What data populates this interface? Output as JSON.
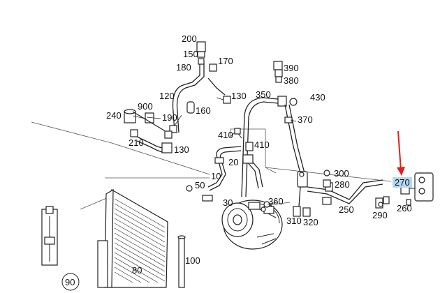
{
  "diagram": {
    "highlight_color": "#b4d9ef",
    "arrow_color": "#e02020",
    "highlighted_part": "270",
    "labels": {
      "p200": "200",
      "p150": "150",
      "p170": "170",
      "p180": "180",
      "p390": "390",
      "p380": "380",
      "p120": "120",
      "p130a": "130",
      "p350": "350",
      "p430": "430",
      "p900": "900",
      "p160": "160",
      "p240": "240",
      "p190": "190",
      "p370": "370",
      "p210": "210",
      "p130b": "130",
      "p410a": "410",
      "p410b": "410",
      "p20": "20",
      "p300": "300",
      "p270": "270",
      "p10": "10",
      "p280": "280",
      "p50": "50",
      "p360": "360",
      "p30": "30",
      "p250": "250",
      "p260": "260",
      "p290": "290",
      "p310": "310",
      "p320": "320",
      "p100": "100",
      "p80": "80",
      "p90": "90"
    }
  }
}
